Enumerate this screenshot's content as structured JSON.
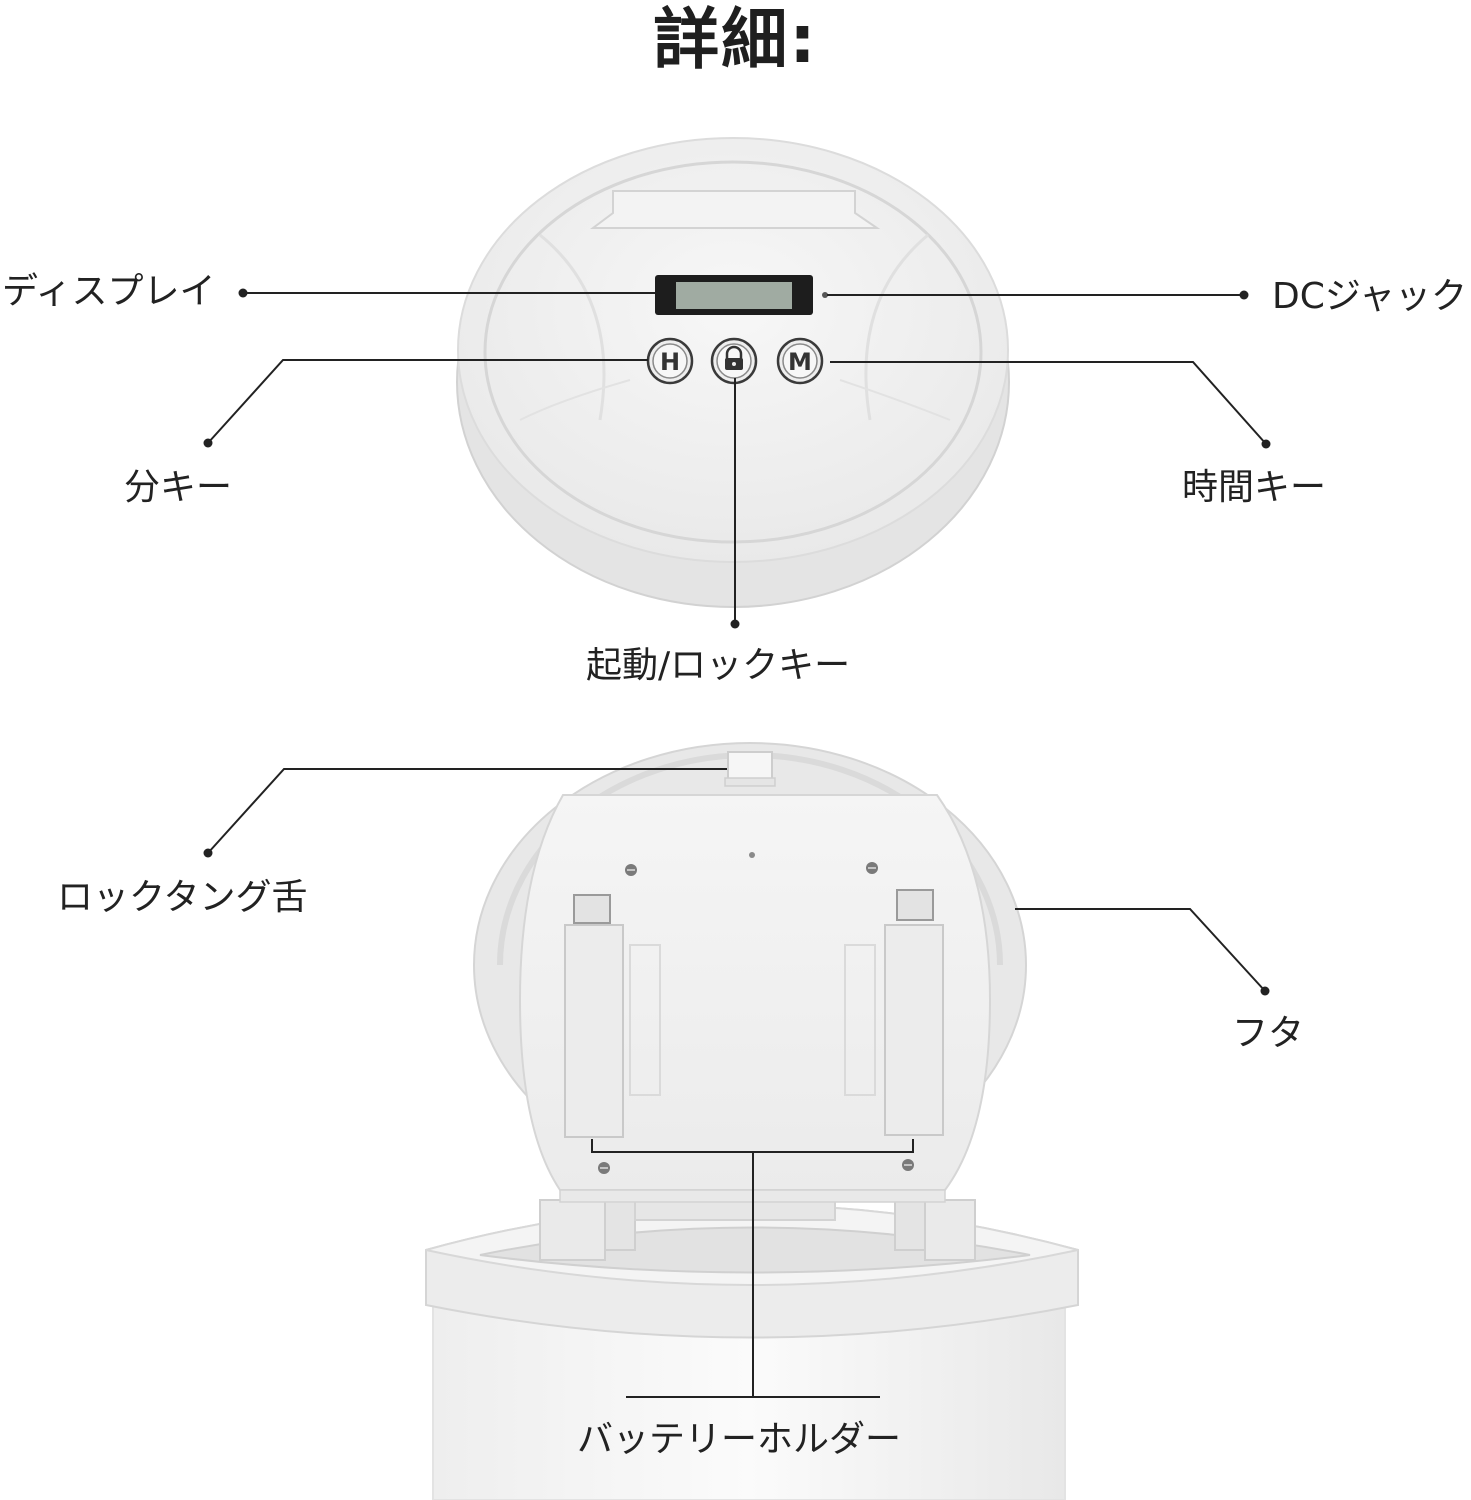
{
  "title": "詳細:",
  "colors": {
    "background": "#ffffff",
    "device_body": "#f1f1f1",
    "device_edge": "#d8d8d8",
    "lcd_frame": "#1d1d1d",
    "lcd_screen": "#9ea9a0",
    "leader_line": "#222222"
  },
  "buttons": {
    "hour_key": "H",
    "minute_key": "M",
    "lock_icon": "padlock-icon"
  },
  "labels": {
    "display": "ディスプレイ",
    "dc_jack": "DCジャック",
    "minute_key": "分キー",
    "hour_key": "時間キー",
    "start_lock_key": "起動/ロックキー",
    "locking_tongue": "ロックタング舌",
    "lid": "フタ",
    "battery_holder": "バッテリーホルダー"
  }
}
